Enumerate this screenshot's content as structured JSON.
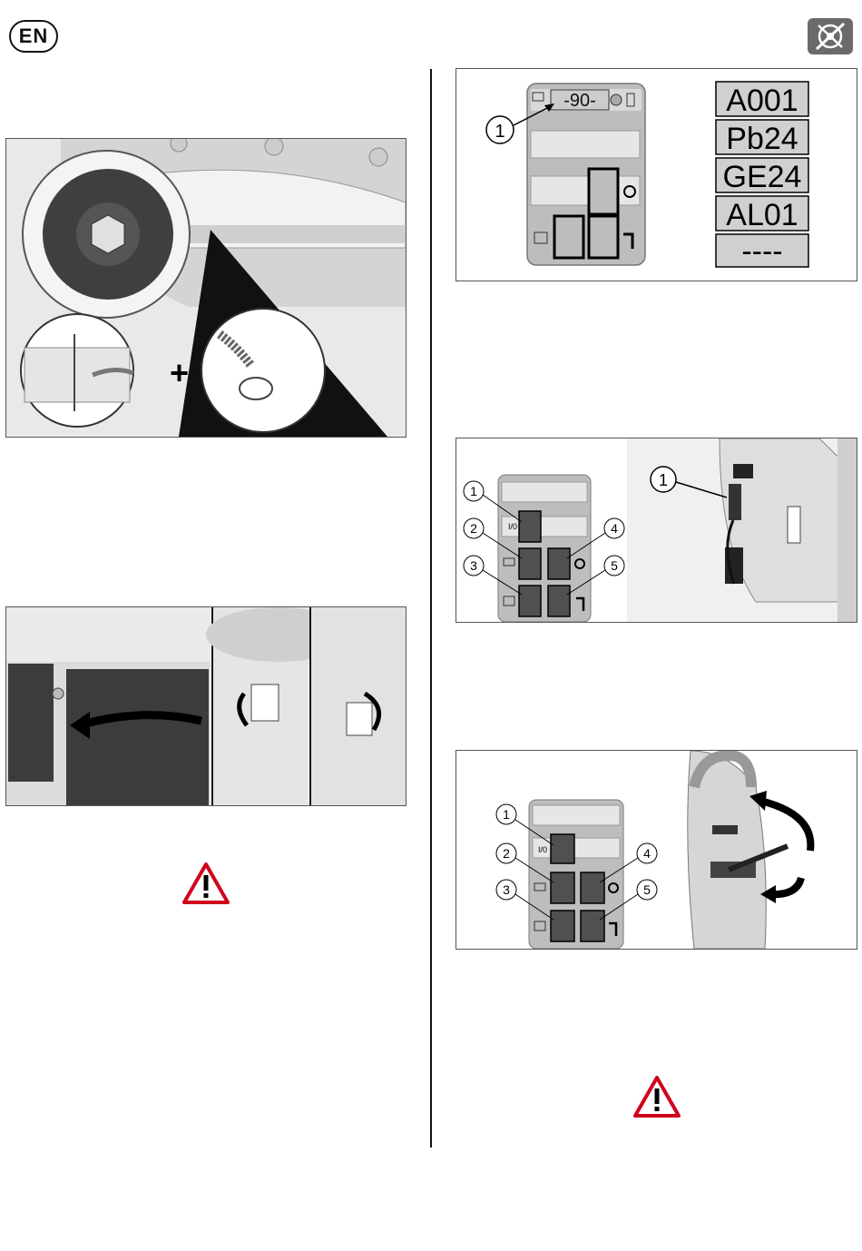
{
  "header": {
    "language_code": "EN",
    "section_icon": "maintenance-tools-icon"
  },
  "figure_1": {
    "icon": "wheel-and-spring-hook-illustration"
  },
  "figure_2": {
    "icon": "squeegee-flap-rotation-illustration"
  },
  "warning_left": {
    "icon": "warning-triangle-icon"
  },
  "figure_3": {
    "callout": "1",
    "display_value": "-90-",
    "alarm_codes": [
      "A001",
      "Pb24",
      "GE24",
      "AL01",
      "----"
    ]
  },
  "figure_4": {
    "panel_callouts": [
      "1",
      "2",
      "3",
      "4",
      "5"
    ],
    "power_label": "I/0",
    "connector_callout": "1"
  },
  "figure_5": {
    "panel_callouts": [
      "1",
      "2",
      "3",
      "4",
      "5"
    ],
    "power_label": "I/0",
    "icon": "key-switch-rotation-illustration"
  },
  "warning_right": {
    "icon": "warning-triangle-icon"
  },
  "colors": {
    "warning_red": "#d0021b",
    "panel_grey": "#bdbdbd",
    "button_dark": "#505050",
    "icon_grey": "#6a6a6a"
  }
}
